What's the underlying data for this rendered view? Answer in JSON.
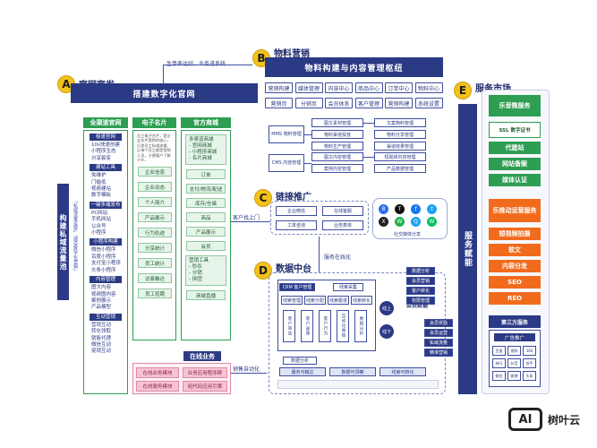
{
  "sections": {
    "A": {
      "badge": "A",
      "title": "官网宣发",
      "banner": "搭建数字化官网"
    },
    "B": {
      "badge": "B",
      "title": "物料营销",
      "banner": "物料构建与内容管理枢纽"
    },
    "C": {
      "badge": "C",
      "title": "链接推广"
    },
    "D": {
      "badge": "D",
      "title": "数据中台"
    },
    "E": {
      "badge": "E",
      "title": "服务市场"
    }
  },
  "connectors": {
    "top": "生意表达好、业务进系统",
    "customer": "客户找上门",
    "service_online": "服务在线化",
    "sales_auto": "销售自动化"
  },
  "left_vertical": "构建私域流量池",
  "left_vertical_sub": "「私域流量运营」「建设数字化营销」",
  "col1": {
    "head": "全渠道官网",
    "groups": [
      {
        "head": "极速官网",
        "items": [
          "10s快速创建",
          "小程序生态",
          "分享裂变"
        ]
      },
      {
        "head": "建站工具",
        "items": [
          "免维护",
          "门槛低",
          "视频建站",
          "数字模板"
        ]
      },
      {
        "head": "一键多端发布",
        "items": [
          "PC网站",
          "手机网站",
          "公众号",
          "小程序"
        ]
      },
      {
        "head": "小程序构建",
        "items": [
          "微信小程序",
          "百度小程序",
          "支付宝小程序",
          "头条小程序"
        ]
      },
      {
        "head": "内容管理",
        "items": [
          "图文内容",
          "视频图内容",
          "案例展示",
          "产品模型"
        ]
      },
      {
        "head": "互动营销",
        "items": [
          "营销互动",
          "转化领取",
          "销售代理",
          "微信互动",
          "促销互动"
        ]
      }
    ]
  },
  "col2": {
    "head": "电子名片",
    "intro": "员工电子名片，是企业名片营销的核心，打造员工私域流量，让每个员工都是营销人员，方便客户了解企业。",
    "items": [
      "企业信息",
      "企业动态",
      "个人简介",
      "产品展示",
      "行为轨迹",
      "分享统计",
      "员工统计",
      "访客触达",
      "员工招聘"
    ]
  },
  "col3": {
    "head": "官方商城",
    "intro": [
      "多渠道商城",
      "- 官网商城",
      "- 小程序商城",
      "- 名片商城"
    ],
    "items": [
      "订单",
      "支付/物流/配送",
      "库存/仓储",
      "商品",
      "产品展示",
      "会员"
    ],
    "tools": [
      "营销工具",
      "- 秒杀",
      "- 分销",
      "- 拼团"
    ],
    "last": "商城直播"
  },
  "online_biz": {
    "title": "在线业务",
    "buttons": [
      "在线业务模块",
      "业务应用程序群",
      "在线服务模块",
      "组代码应用引擎"
    ]
  },
  "B_grid": [
    "营销构建",
    "媒体管理",
    "内容中心",
    "商品中心",
    "订单中心",
    "物料中心",
    "营销页",
    "分销页",
    "会员体系",
    "客户管理",
    "营销构建",
    "系统设置"
  ],
  "mms": {
    "label": "MMS 物料管理",
    "left": [
      "图文素材管理",
      "物料渠道投放",
      "物料生产管理"
    ],
    "right": [
      "文案物料管理",
      "物料分享管理",
      "渠道效果管理"
    ]
  },
  "cms": {
    "label": "CMS 内容管理",
    "left": [
      "图文内容管理",
      "案例内容管理"
    ],
    "right": [
      "短视频内容管理",
      "产品数据管理"
    ]
  },
  "C_boxes": [
    "企业微信",
    "在线客服",
    "工单咨询",
    "业务表单"
  ],
  "social": {
    "label": "社交媒体分享",
    "icons": [
      "B",
      "T",
      "f",
      "t",
      "X",
      "W",
      "Q",
      "W"
    ]
  },
  "crm": {
    "title": "CRM 客户管理",
    "cols": [
      "线索管理",
      "线索分配",
      "线索跟进",
      "线索转化"
    ],
    "rows": [
      "客户筛选",
      "客户画像",
      "客户行为",
      "自动化营销",
      "数据分析"
    ],
    "top_box": "线索采集",
    "side_a": "线上",
    "side_b": "线下",
    "bottom_tags": [
      "服务可触达",
      "数据可洞察",
      "线索可转化"
    ],
    "side_title": "数据分析",
    "members_title": "会员数据",
    "members": [
      "数据分析",
      "会员营销",
      "客户转化",
      "权限管理",
      "会员奖励",
      "会员运营",
      "私域流量",
      "精准营销"
    ]
  },
  "market": {
    "vertical": "服务赋能",
    "sect1": "乐音微服务",
    "ssl": "SSL 数字证书",
    "green_btns": [
      "代建站",
      "网站备案",
      "媒体认证"
    ],
    "sect2": "乐推动运营服务",
    "orange_btns": [
      "短视频拍摄",
      "软文",
      "内容分发",
      "SEO",
      "REO"
    ],
    "sect3": "第三方服务",
    "third_head": "广告推广",
    "third_logos": [
      "百度",
      "搜狗",
      "360",
      "神马",
      "抖音",
      "快手",
      "微信",
      "微博",
      "头条"
    ]
  },
  "watermark": {
    "logo": "AI",
    "text": "树叶云"
  }
}
